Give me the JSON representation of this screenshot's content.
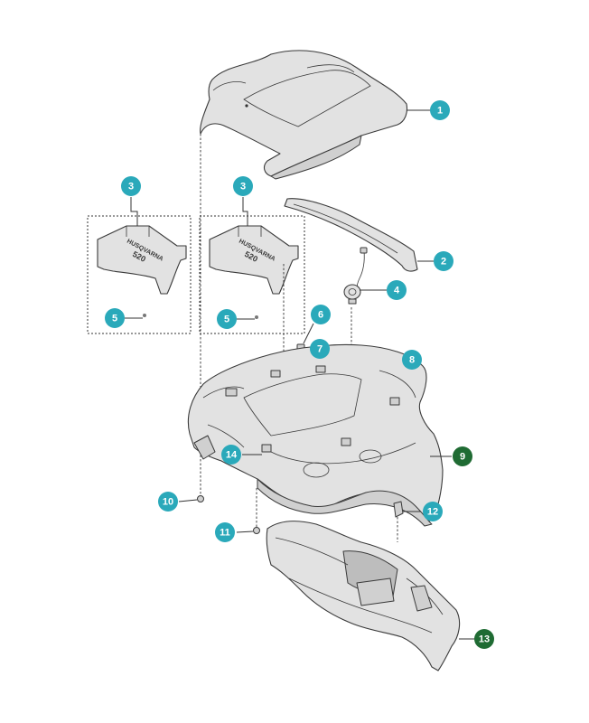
{
  "colors": {
    "callout_standard": "#2aa9ba",
    "callout_highlight": "#1f6b33",
    "part_fill": "#e2e2e2",
    "line": "#333333"
  },
  "callouts": [
    {
      "label": "1",
      "style": "standard"
    },
    {
      "label": "2",
      "style": "standard"
    },
    {
      "label": "3",
      "style": "standard"
    },
    {
      "label": "3",
      "style": "standard"
    },
    {
      "label": "4",
      "style": "standard"
    },
    {
      "label": "5",
      "style": "standard"
    },
    {
      "label": "5",
      "style": "standard"
    },
    {
      "label": "6",
      "style": "standard"
    },
    {
      "label": "7",
      "style": "standard"
    },
    {
      "label": "8",
      "style": "standard"
    },
    {
      "label": "9",
      "style": "highlight"
    },
    {
      "label": "10",
      "style": "standard"
    },
    {
      "label": "11",
      "style": "standard"
    },
    {
      "label": "12",
      "style": "standard"
    },
    {
      "label": "13",
      "style": "highlight"
    },
    {
      "label": "14",
      "style": "standard"
    }
  ],
  "decal_text": {
    "brand": "HUSQVARNA",
    "model": "520"
  }
}
